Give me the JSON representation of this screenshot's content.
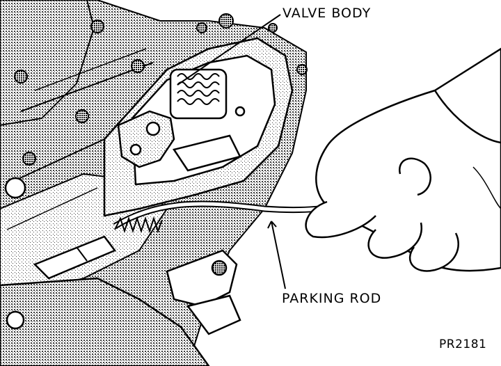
{
  "labels": {
    "valve_body": "VALVE BODY",
    "parking_rod": "PARKING ROD",
    "figure_code": "PR2181"
  },
  "colors": {
    "ink": "#000000",
    "paper": "#ffffff",
    "stipple": "#6e6e6e"
  }
}
